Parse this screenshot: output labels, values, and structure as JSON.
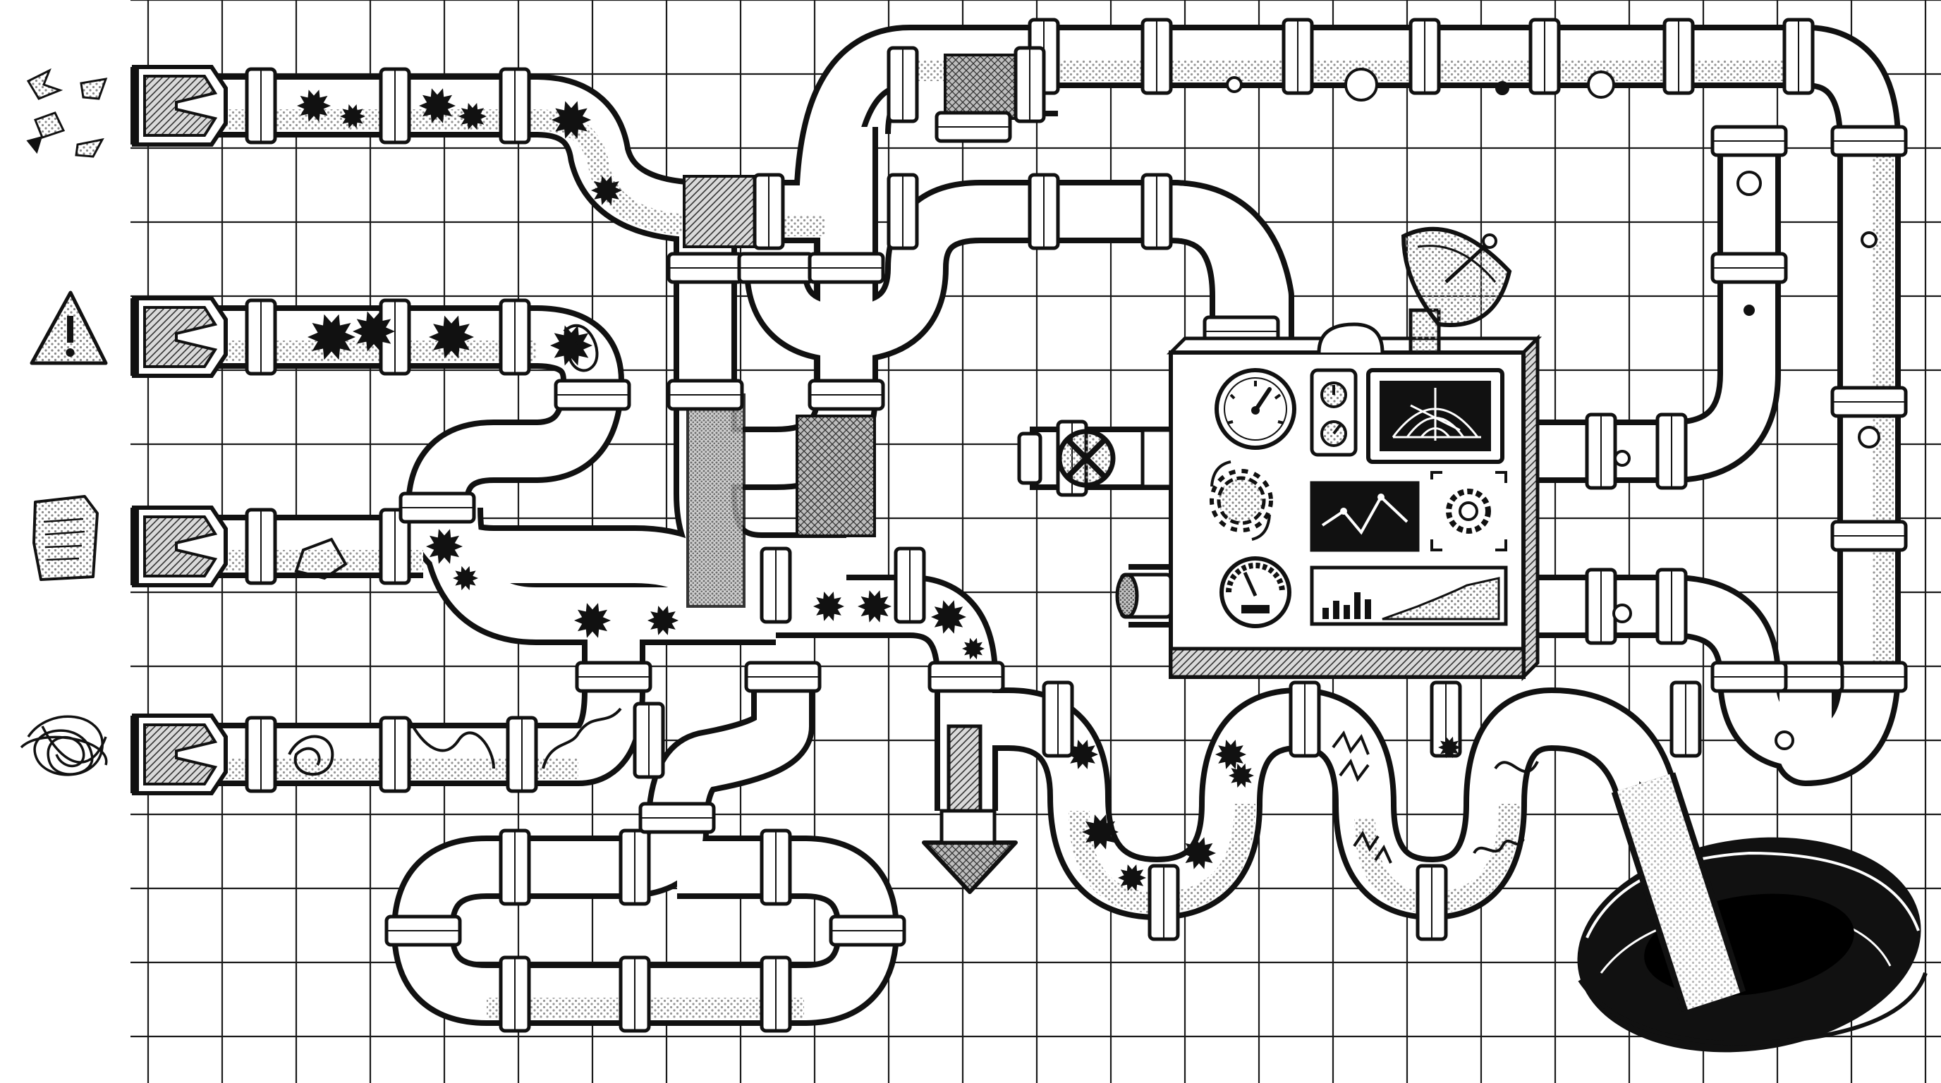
{
  "diagram": {
    "kind": "pipe-network-illustration",
    "theme": "sketch / halftone, black & white",
    "colors": {
      "ink": "#111111",
      "paper": "#ffffff",
      "grid": "#1a1a1a",
      "halftone": "#9a9a9a",
      "hatch": "#555555"
    },
    "inlets": [
      {
        "id": "inlet-shards",
        "symbol": "broken-shards-icon",
        "contents": "spiky-blobs"
      },
      {
        "id": "inlet-warning",
        "symbol": "warning-triangle-icon",
        "contents": "spiky-blobs-and-scribble"
      },
      {
        "id": "inlet-document",
        "symbol": "crumpled-document-icon",
        "contents": "document-and-blob"
      },
      {
        "id": "inlet-tangle",
        "symbol": "tangled-scribble-icon",
        "contents": "squiggles"
      }
    ],
    "control_panel": {
      "symbols": [
        "satellite-dish-icon",
        "valve-wheel-icon",
        "pressure-gauge-icon",
        "small-dial-icon",
        "radar-screen-icon",
        "gear-icon",
        "waveform-screen-icon",
        "speed-gauge-icon",
        "bar-chart-screen-icon"
      ]
    },
    "outlets": [
      {
        "id": "down-arrow-outlet",
        "symbol": "down-arrow-icon"
      },
      {
        "id": "drain-hole",
        "symbol": "black-hole-drain-icon"
      }
    ]
  }
}
